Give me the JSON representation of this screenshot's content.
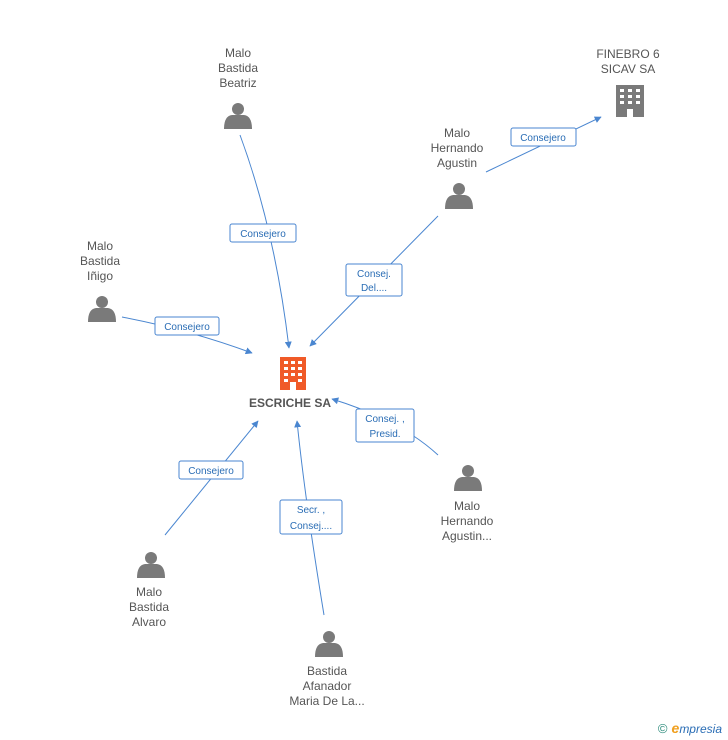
{
  "center": {
    "name": "ESCRICHE SA",
    "color": "#f05a28"
  },
  "nodes": [
    {
      "id": "beatriz",
      "type": "person",
      "lines": [
        "Malo",
        "Bastida",
        "Beatriz"
      ]
    },
    {
      "id": "finebro",
      "type": "company",
      "lines": [
        "FINEBRO 6",
        "SICAV SA"
      ]
    },
    {
      "id": "agustin",
      "type": "person",
      "lines": [
        "Malo",
        "Hernando",
        "Agustin"
      ]
    },
    {
      "id": "inigo",
      "type": "person",
      "lines": [
        "Malo",
        "Bastida",
        "Iñigo"
      ]
    },
    {
      "id": "agustin2",
      "type": "person",
      "lines": [
        "Malo",
        "Hernando",
        "Agustin..."
      ]
    },
    {
      "id": "alvaro",
      "type": "person",
      "lines": [
        "Malo",
        "Bastida",
        "Alvaro"
      ]
    },
    {
      "id": "maria",
      "type": "person",
      "lines": [
        "Bastida",
        "Afanador",
        "Maria De La..."
      ]
    }
  ],
  "edges": [
    {
      "id": "e-beatriz",
      "lines": [
        "Consejero"
      ]
    },
    {
      "id": "e-finebro",
      "lines": [
        "Consejero"
      ]
    },
    {
      "id": "e-agustin",
      "lines": [
        "Consej.",
        "Del...."
      ]
    },
    {
      "id": "e-inigo",
      "lines": [
        "Consejero"
      ]
    },
    {
      "id": "e-agustin2",
      "lines": [
        "Consej. ,",
        "Presid."
      ]
    },
    {
      "id": "e-alvaro",
      "lines": [
        "Consejero"
      ]
    },
    {
      "id": "e-maria",
      "lines": [
        "Secr. ,",
        "Consej...."
      ]
    }
  ],
  "footer": {
    "copyright": "©",
    "brand_initial": "e",
    "brand_rest": "mpresia"
  },
  "colors": {
    "edge": "#4a86d0",
    "edge_text": "#2a6db5",
    "icon": "#7a7a7a"
  }
}
